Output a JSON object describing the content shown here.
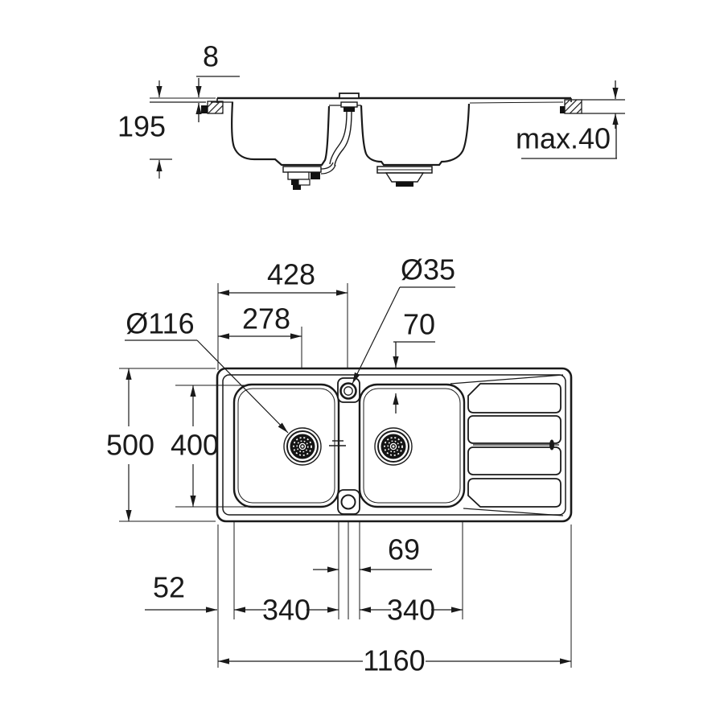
{
  "colors": {
    "line": "#1a1a1a",
    "background": "#ffffff"
  },
  "section_view": {
    "dim_rim_height": "8",
    "dim_bowl_depth": "195",
    "dim_counter_thickness": "max.40"
  },
  "plan_view": {
    "dim_tap_center_from_left": "428",
    "dim_drain_center_from_left": "278",
    "dim_tap_hole_diameter": "Ø35",
    "dim_tap_center_from_rear": "70",
    "dim_drain_diameter": "Ø116",
    "dim_overall_depth": "500",
    "dim_bowl_inner_depth": "400",
    "dim_bowl_gap": "69",
    "dim_left_margin": "52",
    "dim_left_bowl_width": "340",
    "dim_right_bowl_width": "340",
    "dim_overall_length": "1160"
  }
}
